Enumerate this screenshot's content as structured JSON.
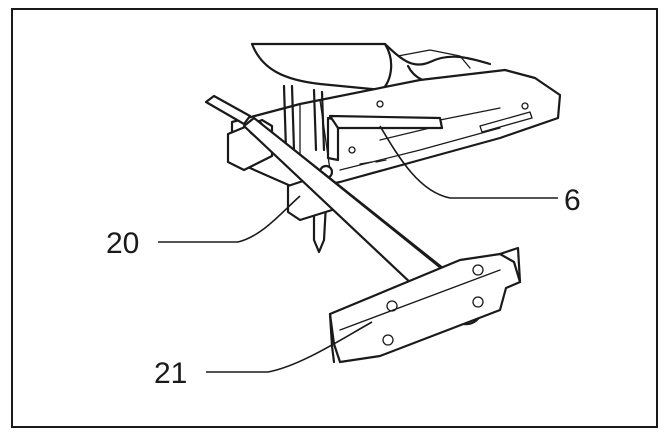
{
  "callouts": [
    {
      "id": "6",
      "text": "6"
    },
    {
      "id": "20",
      "text": "20"
    },
    {
      "id": "21",
      "text": "21"
    }
  ],
  "colors": {
    "ink": "#1a1a1a",
    "background": "#ffffff"
  }
}
